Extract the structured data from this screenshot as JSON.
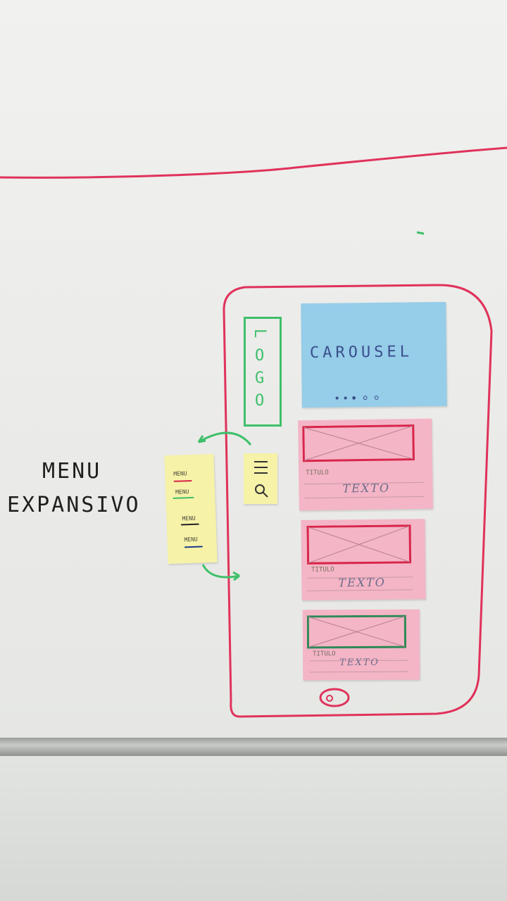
{
  "annotation": {
    "line1": "MENU",
    "line2": "EXPANSIVO"
  },
  "phone_sketch": {
    "logo_letters": [
      "L",
      "O",
      "G",
      "O"
    ],
    "carousel_label": "CAROUSEL",
    "cards": [
      {
        "title": "TITULO",
        "text": "TEXTO"
      },
      {
        "title": "TITULO",
        "text": "TEXTO"
      },
      {
        "title": "TITULO",
        "text": "TEXTO"
      }
    ],
    "menu_note": {
      "items": [
        "MENU",
        "MENU",
        "MENU",
        "MENU"
      ]
    }
  },
  "colors": {
    "marker_red": "#e0325a",
    "marker_green": "#3fbf6a",
    "card_frame_green": "#2e8a55",
    "postit_blue": "#96cde9",
    "postit_pink": "#f4b5c6",
    "postit_yellow": "#f6f2a8"
  },
  "icons": [
    "hamburger-icon",
    "search-icon",
    "home-button-icon"
  ]
}
